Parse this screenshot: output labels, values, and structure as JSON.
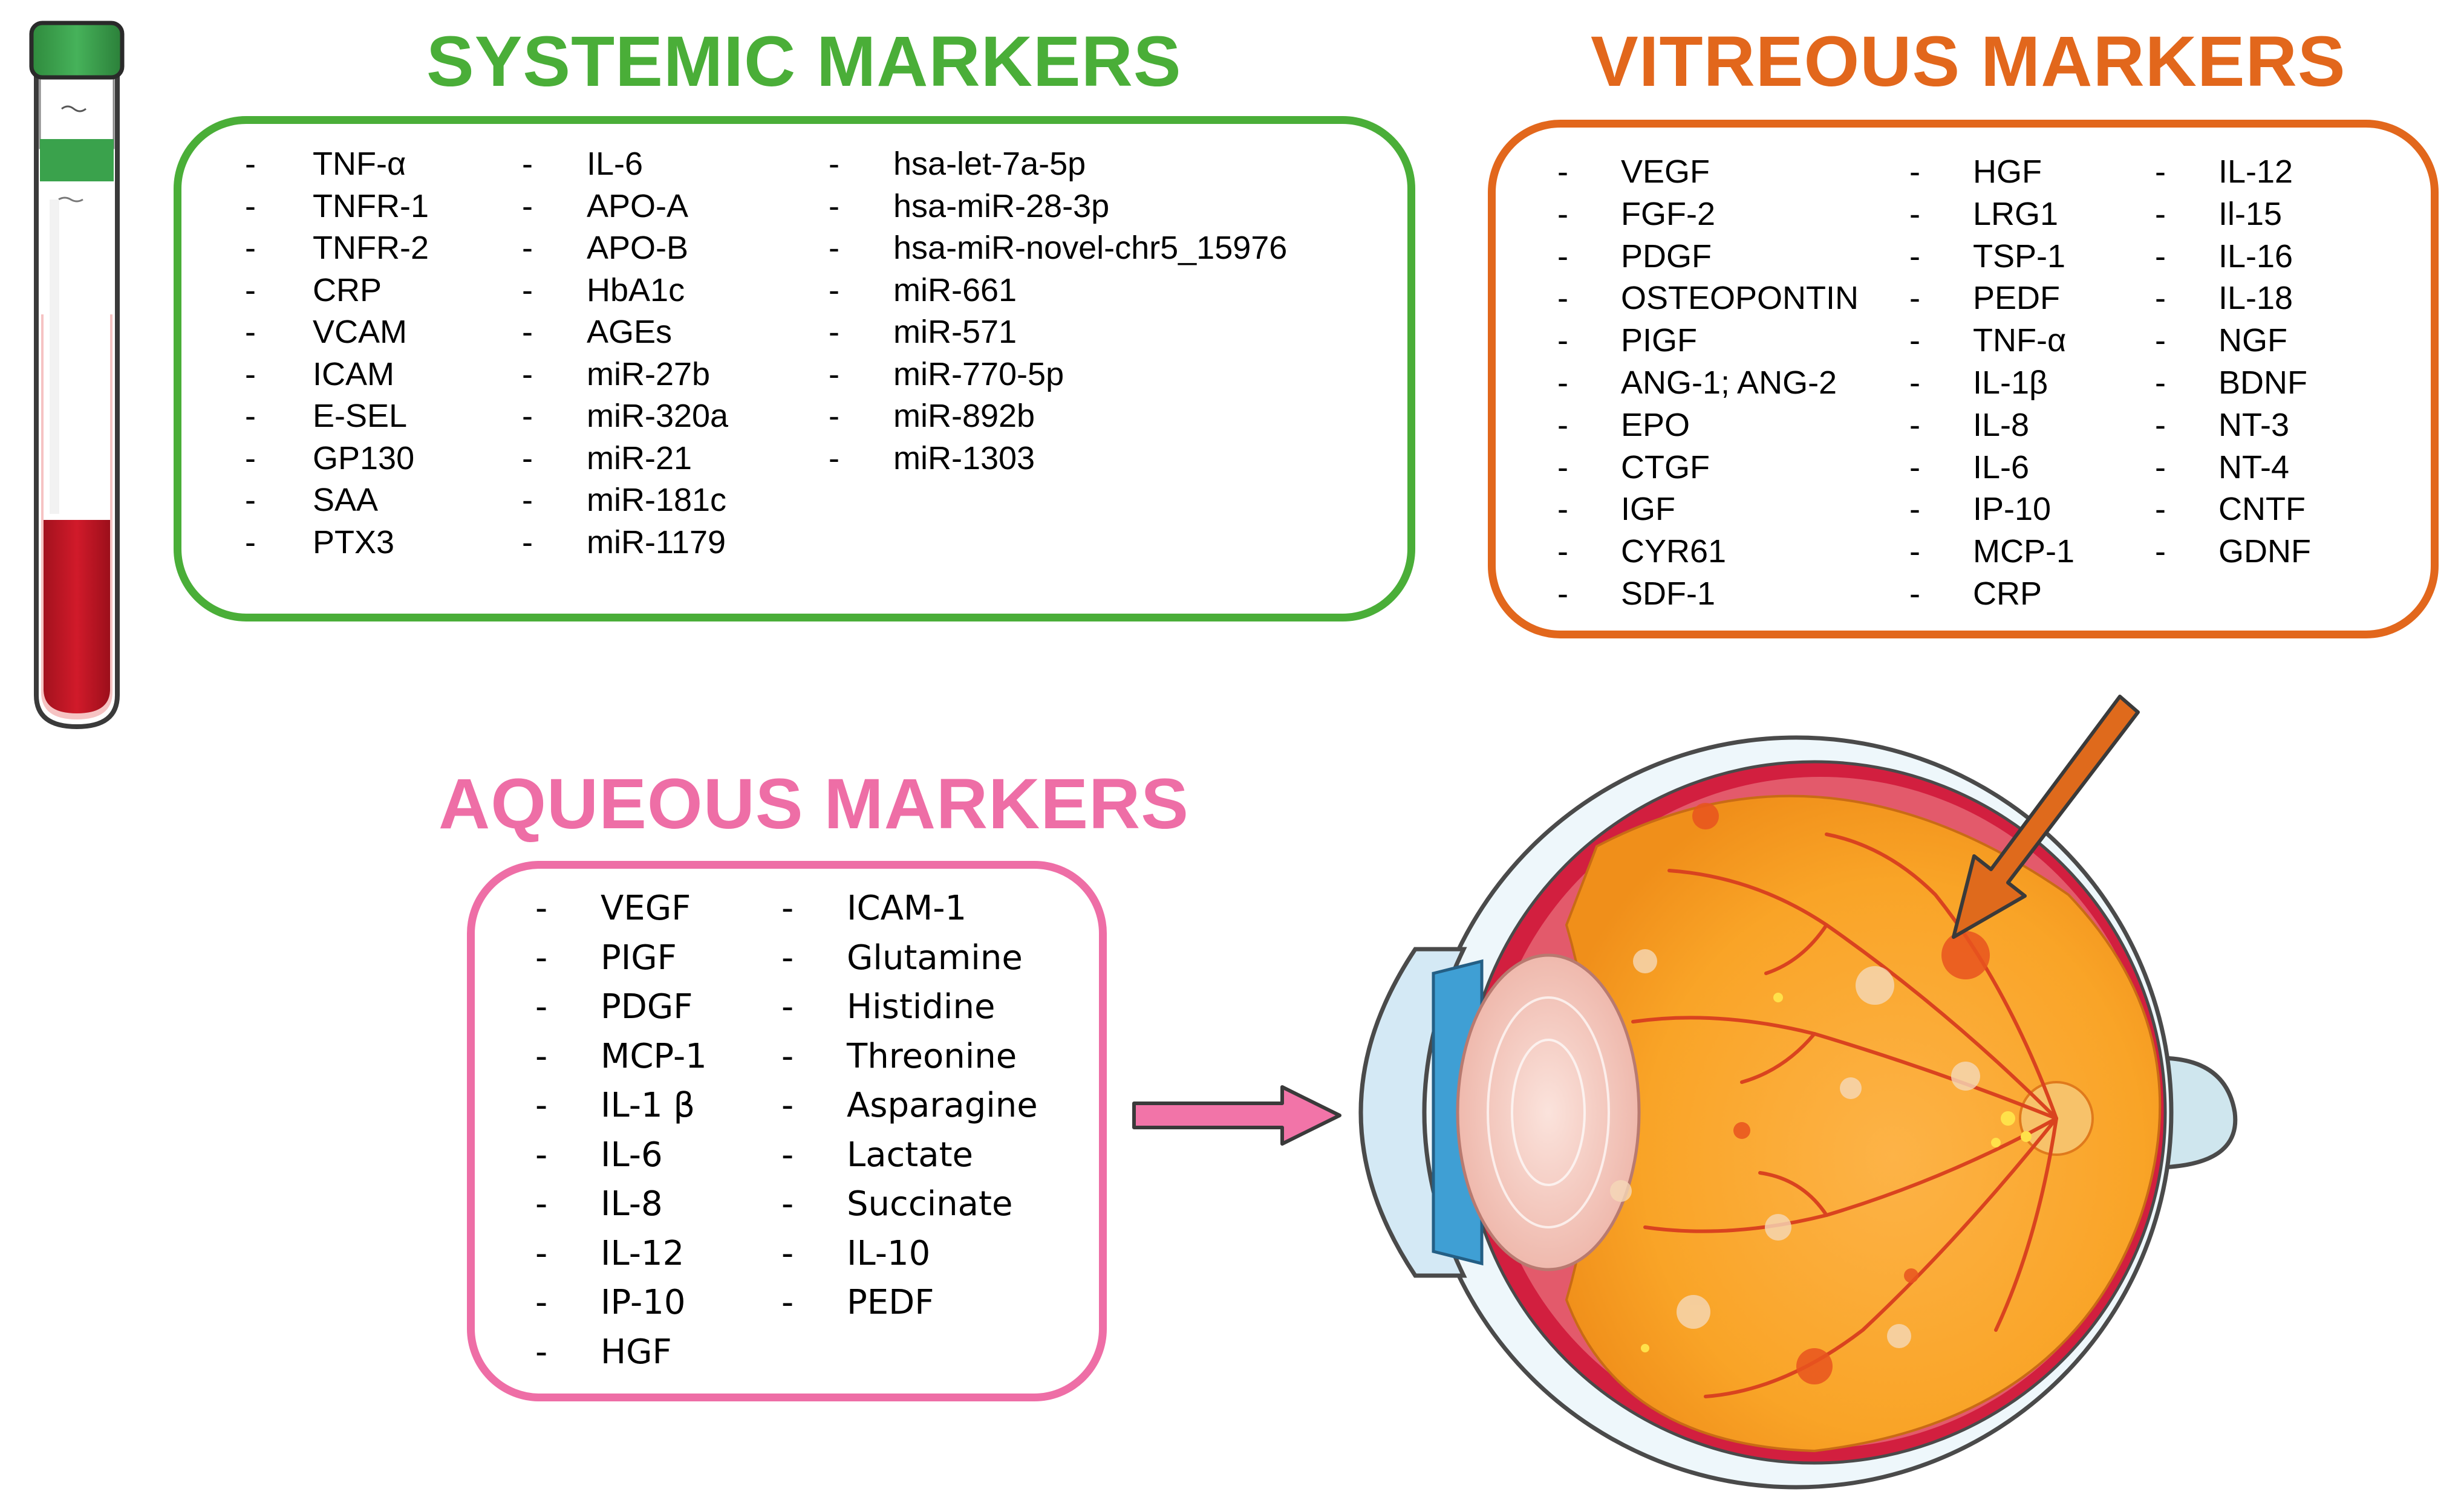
{
  "systemic": {
    "title": "SYSTEMIC MARKERS",
    "color": "#4aae38",
    "columns": [
      [
        "TNF-α",
        "TNFR-1",
        "TNFR-2",
        "CRP",
        "VCAM",
        "ICAM",
        "E-SEL",
        "GP130",
        "SAA",
        "PTX3"
      ],
      [
        "IL-6",
        "APO-A",
        "APO-B",
        "HbA1c",
        "AGEs",
        "miR-27b",
        "miR-320a",
        "miR-21",
        "miR-181c",
        "miR-1179"
      ],
      [
        "hsa-let-7a-5p",
        "hsa-miR-28-3p",
        "hsa-miR-novel-chr5_15976",
        "miR-661",
        "miR-571",
        "miR-770-5p",
        "miR-892b",
        "miR-1303"
      ]
    ]
  },
  "vitreous": {
    "title": "VITREOUS MARKERS",
    "color": "#e2671c",
    "columns": [
      [
        "VEGF",
        "FGF-2",
        "PDGF",
        "OSTEOPONTIN",
        "PIGF",
        "ANG-1; ANG-2",
        "EPO",
        "CTGF",
        "IGF",
        "CYR61",
        "SDF-1"
      ],
      [
        "HGF",
        "LRG1",
        "TSP-1",
        "PEDF",
        "TNF-α",
        "IL-1β",
        "IL-8",
        "IL-6",
        "IP-10",
        "MCP-1",
        "CRP"
      ],
      [
        "IL-12",
        "Il-15",
        "IL-16",
        "IL-18",
        "NGF",
        "BDNF",
        "NT-3",
        "NT-4",
        "CNTF",
        "GDNF"
      ]
    ]
  },
  "aqueous": {
    "title": "AQUEOUS MARKERS",
    "color": "#ee6ea6",
    "columns": [
      [
        "VEGF",
        "PIGF",
        "PDGF",
        "MCP-1",
        "IL-1 β",
        "IL-6",
        "IL-8",
        "IL-12",
        "IP-10",
        "HGF"
      ],
      [
        "ICAM-1",
        "Glutamine",
        "Histidine",
        "Threonine",
        "Asparagine",
        "Lactate",
        "Succinate",
        "IL-10",
        "PEDF"
      ]
    ]
  },
  "bullet": "-",
  "icons": [
    "blood-tube-icon",
    "eye-cross-section-icon",
    "pink-arrow-icon",
    "orange-arrow-icon"
  ]
}
